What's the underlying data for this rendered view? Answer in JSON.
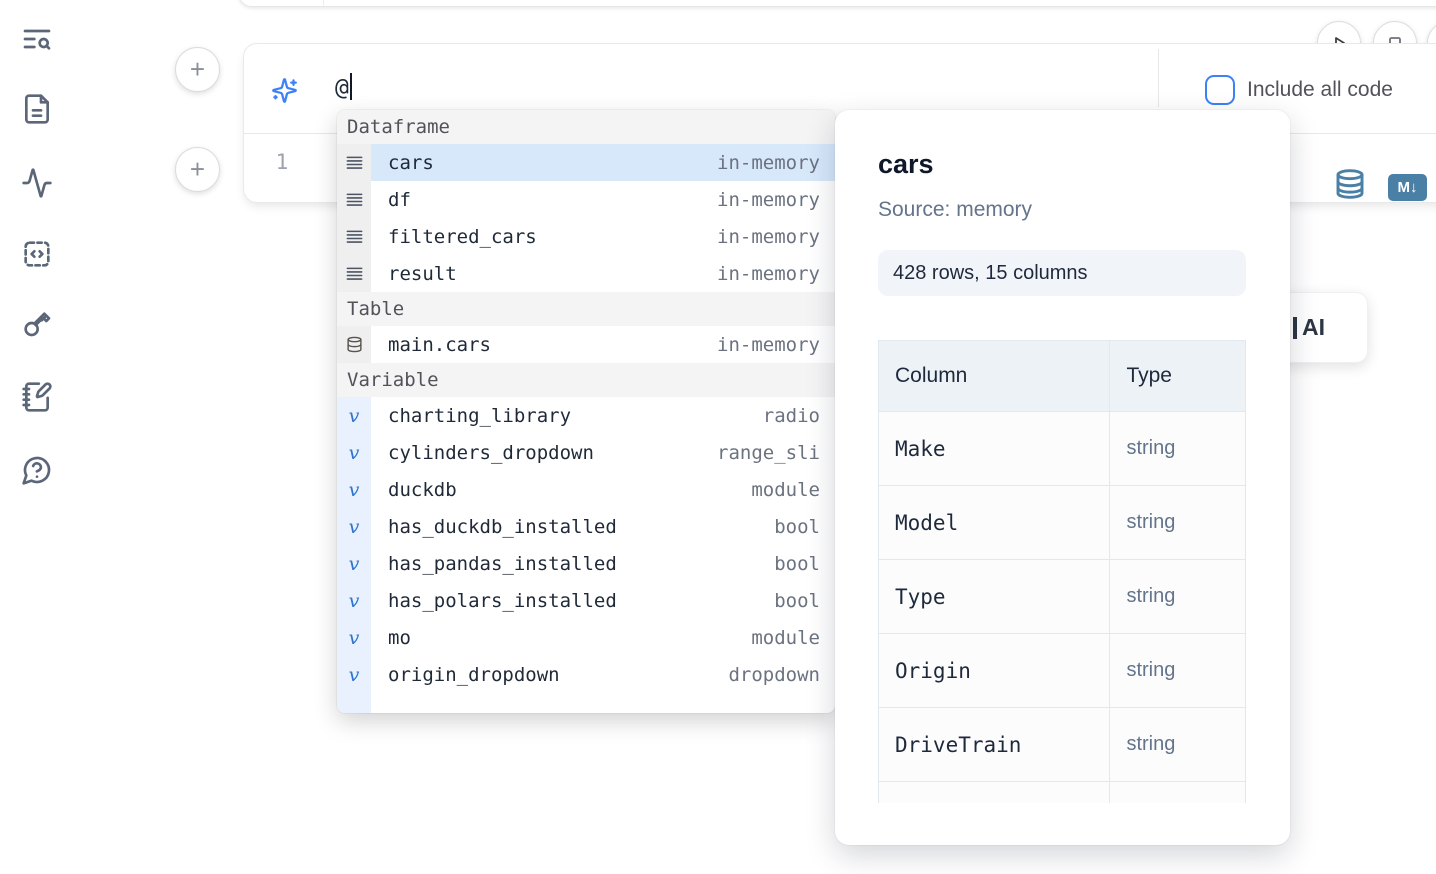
{
  "colors": {
    "accent_blue": "#3b82f6",
    "selected_row": "#d7e8fb",
    "section_header_bg": "#f4f4f5",
    "steel_icon": "#4a7fa6",
    "sidebar_icon": "#5b6779"
  },
  "sidebar": {
    "items": [
      {
        "icon": "panel-search-icon"
      },
      {
        "icon": "document-icon"
      },
      {
        "icon": "activity-icon"
      },
      {
        "icon": "code-block-icon"
      },
      {
        "icon": "key-icon"
      },
      {
        "icon": "notebook-pen-icon"
      },
      {
        "icon": "help-chat-icon"
      }
    ]
  },
  "cell": {
    "add_cell_top_label": "+",
    "add_cell_bottom_label": "+",
    "ai_prompt": {
      "value": "@"
    },
    "include_all_code_label": "Include all code",
    "include_all_code_checked": false,
    "editor": {
      "line_number": "1"
    },
    "actions": {
      "markdown_badge": "M↓"
    }
  },
  "autocomplete": {
    "sections": [
      {
        "label": "Dataframe",
        "rows": [
          {
            "name": "cars",
            "type": "in-memory",
            "icon": "rows-icon",
            "selected": true
          },
          {
            "name": "df",
            "type": "in-memory",
            "icon": "rows-icon",
            "selected": false
          },
          {
            "name": "filtered_cars",
            "type": "in-memory",
            "icon": "rows-icon",
            "selected": false
          },
          {
            "name": "result",
            "type": "in-memory",
            "icon": "rows-icon",
            "selected": false
          }
        ]
      },
      {
        "label": "Table",
        "rows": [
          {
            "name": "main.cars",
            "type": "in-memory",
            "icon": "database-icon",
            "selected": false
          }
        ]
      },
      {
        "label": "Variable",
        "rows": [
          {
            "name": "charting_library",
            "type": "radio",
            "icon": "variable-icon",
            "selected": false
          },
          {
            "name": "cylinders_dropdown",
            "type": "range_sli",
            "icon": "variable-icon",
            "selected": false
          },
          {
            "name": "duckdb",
            "type": "module",
            "icon": "variable-icon",
            "selected": false
          },
          {
            "name": "has_duckdb_installed",
            "type": "bool",
            "icon": "variable-icon",
            "selected": false
          },
          {
            "name": "has_pandas_installed",
            "type": "bool",
            "icon": "variable-icon",
            "selected": false
          },
          {
            "name": "has_polars_installed",
            "type": "bool",
            "icon": "variable-icon",
            "selected": false
          },
          {
            "name": "mo",
            "type": "module",
            "icon": "variable-icon",
            "selected": false
          },
          {
            "name": "origin_dropdown",
            "type": "dropdown",
            "icon": "variable-icon",
            "selected": false
          },
          {
            "name": "",
            "type": "",
            "icon": "variable-icon",
            "selected": false
          }
        ]
      }
    ]
  },
  "preview": {
    "title": "cars",
    "source": "Source: memory",
    "shape": "428 rows, 15 columns",
    "table": {
      "headers": [
        "Column",
        "Type"
      ],
      "rows": [
        [
          "Make",
          "string"
        ],
        [
          "Model",
          "string"
        ],
        [
          "Type",
          "string"
        ],
        [
          "Origin",
          "string"
        ],
        [
          "DriveTrain",
          "string"
        ],
        [
          "",
          ""
        ]
      ]
    }
  },
  "ai_card": {
    "label": "AI"
  }
}
